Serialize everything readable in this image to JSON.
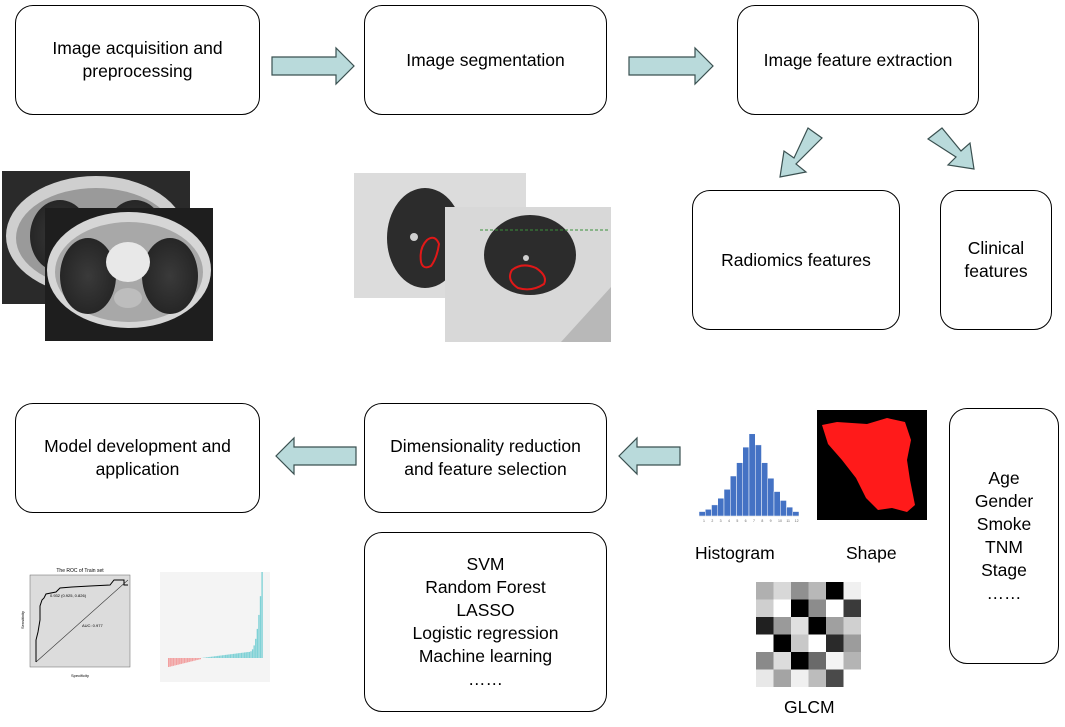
{
  "steps": {
    "acquisition": "Image acquisition and\npreprocessing",
    "segmentation": "Image segmentation",
    "extraction": "Image feature extraction",
    "radiomics": "Radiomics features",
    "clinical": "Clinical\nfeatures",
    "dimensionality": "Dimensionality reduction\nand feature selection",
    "model": "Model development and\napplication"
  },
  "methods": [
    "SVM",
    "Random Forest",
    "LASSO",
    "Logistic regression",
    "Machine learning",
    "……"
  ],
  "clinical_list": [
    "Age",
    "Gender",
    "Smoke",
    "TNM",
    "Stage",
    "……"
  ],
  "feature_labels": {
    "histogram": "Histogram",
    "shape": "Shape",
    "glcm": "GLCM"
  },
  "roc_plot": {
    "title": "The ROC of Train set",
    "xlabel": "Specificity",
    "ylabel": "Sensitivity",
    "auc_text": "AUC: 0.977",
    "threshold_text": "0.932 (0.925, 0.826)"
  },
  "histogram_values": [
    2,
    3,
    5,
    8,
    12,
    18,
    24,
    31,
    37,
    32,
    24,
    17,
    11,
    7,
    4,
    2
  ],
  "histogram_max": 45,
  "histogram_ticks": [
    "1",
    "2",
    "3",
    "4",
    "5",
    "6",
    "7",
    "8",
    "9",
    "10",
    "11",
    "12"
  ],
  "colors": {
    "arrow_fill": "#b9dadb",
    "arrow_stroke": "#3a5050",
    "shape_red": "#ff1a1a",
    "hist_bar": "#4472c4",
    "seg_outline": "#e01818"
  }
}
